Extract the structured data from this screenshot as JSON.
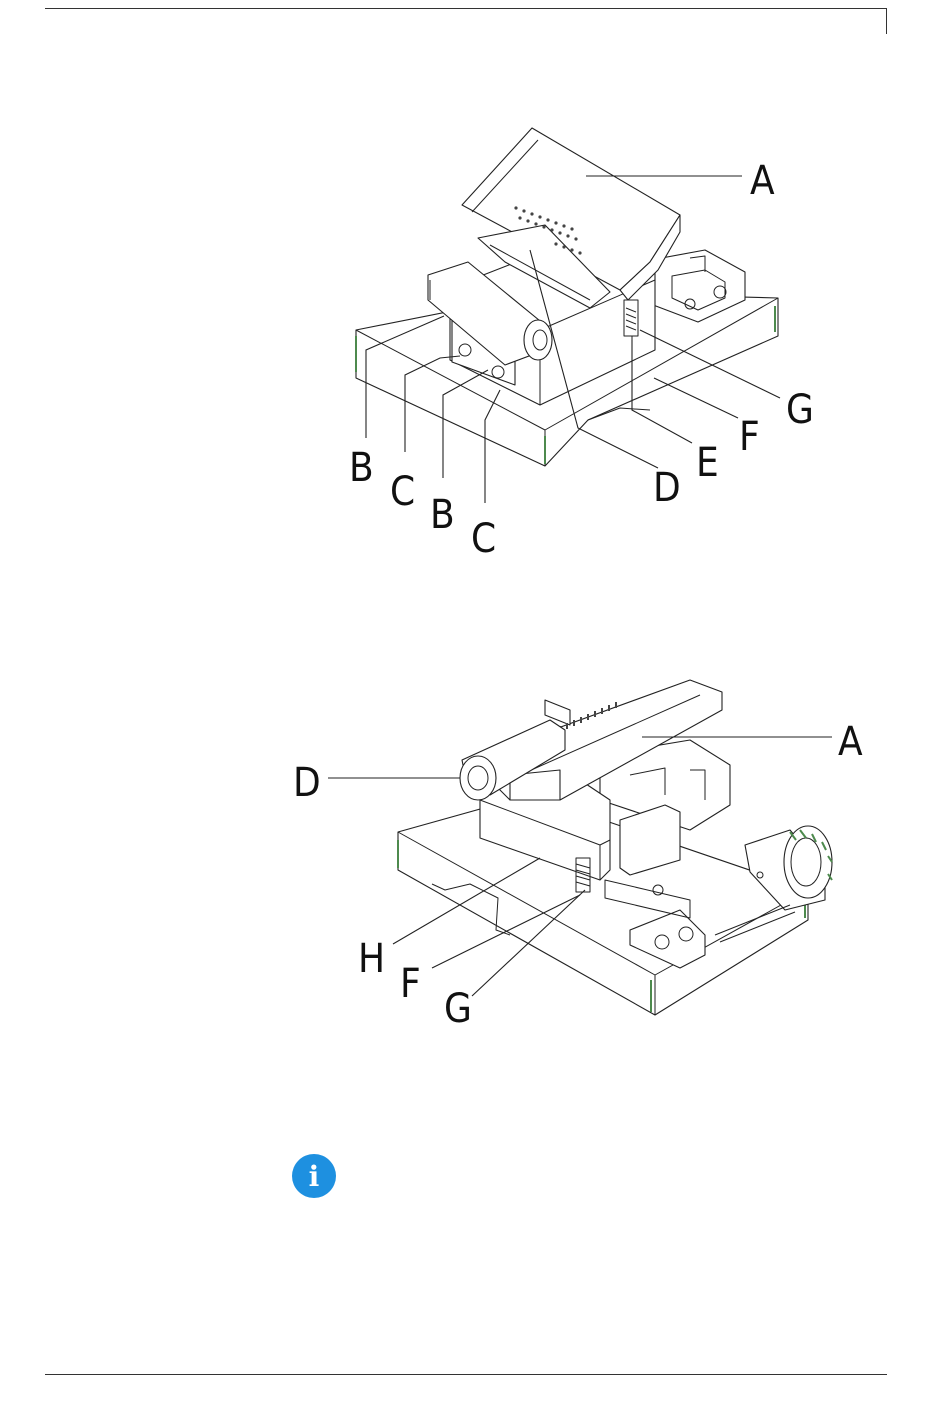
{
  "figure_1": {
    "labels": {
      "a": "A",
      "b_left": "B",
      "c_left": "C",
      "b_center": "B",
      "c_center": "C",
      "d": "D",
      "e": "E",
      "f": "F",
      "g": "G"
    }
  },
  "figure_2": {
    "labels": {
      "a": "A",
      "d": "D",
      "h": "H",
      "f": "F",
      "g": "G"
    }
  },
  "info_icon": {
    "glyph": "i",
    "color": "#1e90e0"
  }
}
